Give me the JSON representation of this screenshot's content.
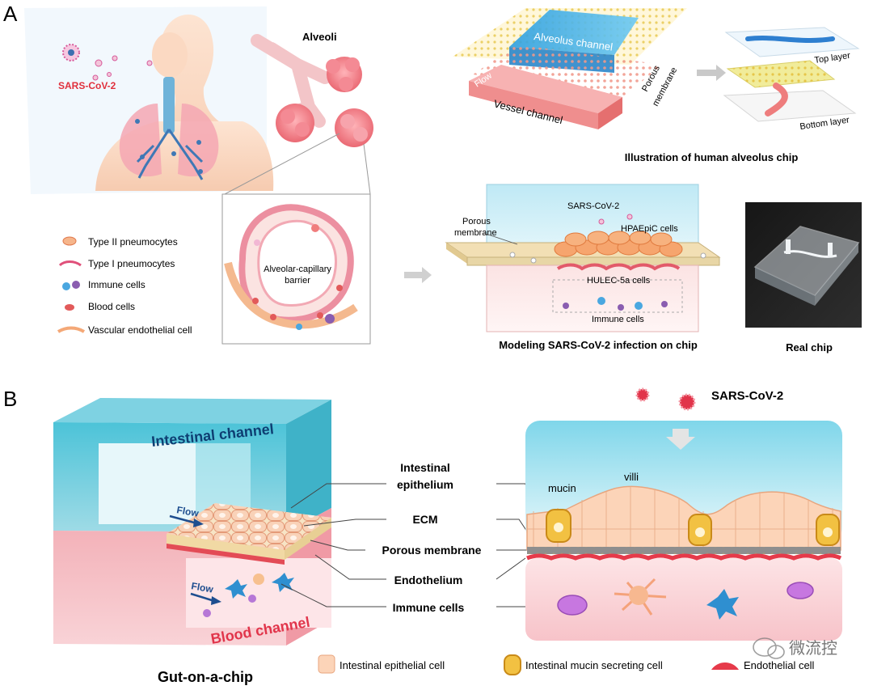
{
  "panel_a": {
    "letter": "A",
    "sars_label": "SARS-CoV-2",
    "alveoli_label": "Alveoli",
    "barrier_label_line1": "Alveolar-capillary",
    "barrier_label_line2": "barrier",
    "legend": [
      {
        "label": "Type II pneumocytes",
        "icon": "type2-pneumocyte-icon"
      },
      {
        "label": "Type I pneumocytes",
        "icon": "type1-pneumocyte-icon"
      },
      {
        "label": "Immune cells",
        "icon": "immune-cell-icon"
      },
      {
        "label": "Blood cells",
        "icon": "blood-cell-icon"
      },
      {
        "label": "Vascular endothelial cell",
        "icon": "endothelial-cell-icon"
      }
    ],
    "chip_illustration": {
      "alveolus_channel": "Alveolus channel",
      "vessel_channel": "Vessel channel",
      "flow": "Flow",
      "porous_line1": "Porous",
      "porous_line2": "membrane",
      "top_layer": "Top layer",
      "bottom_layer": "Bottom layer",
      "caption": "Illustration of human alveolus chip"
    },
    "infection_model": {
      "porous_line1": "Porous",
      "porous_line2": "membrane",
      "sars": "SARS-CoV-2",
      "hpaepic": "HPAEpiC cells",
      "hulec": "HULEC-5a cells",
      "immune": "Immune cells",
      "caption": "Modeling SARS-CoV-2 infection on chip"
    },
    "real_chip_caption": "Real chip"
  },
  "panel_b": {
    "letter": "B",
    "intestinal_channel": "Intestinal channel",
    "blood_channel": "Blood channel",
    "flow_top": "Flow",
    "flow_bottom": "Flow",
    "title": "Gut-on-a-chip",
    "labels": {
      "epithelium_line1": "Intestinal",
      "epithelium_line2": "epithelium",
      "ecm": "ECM",
      "porous": "Porous membrane",
      "endothelium": "Endothelium",
      "immune": "Immune  cells"
    },
    "sars": "SARS-CoV-2",
    "mucin": "mucin",
    "villi": "villi",
    "legend": [
      {
        "label": "Intestinal  epithelial cell",
        "icon": "epithelial-cell-icon"
      },
      {
        "label": "Intestinal  mucin secreting cell",
        "icon": "mucin-cell-icon"
      },
      {
        "label": "Endothelial cell",
        "icon": "endothelial-cell-icon"
      }
    ],
    "watermark": "微流控"
  }
}
